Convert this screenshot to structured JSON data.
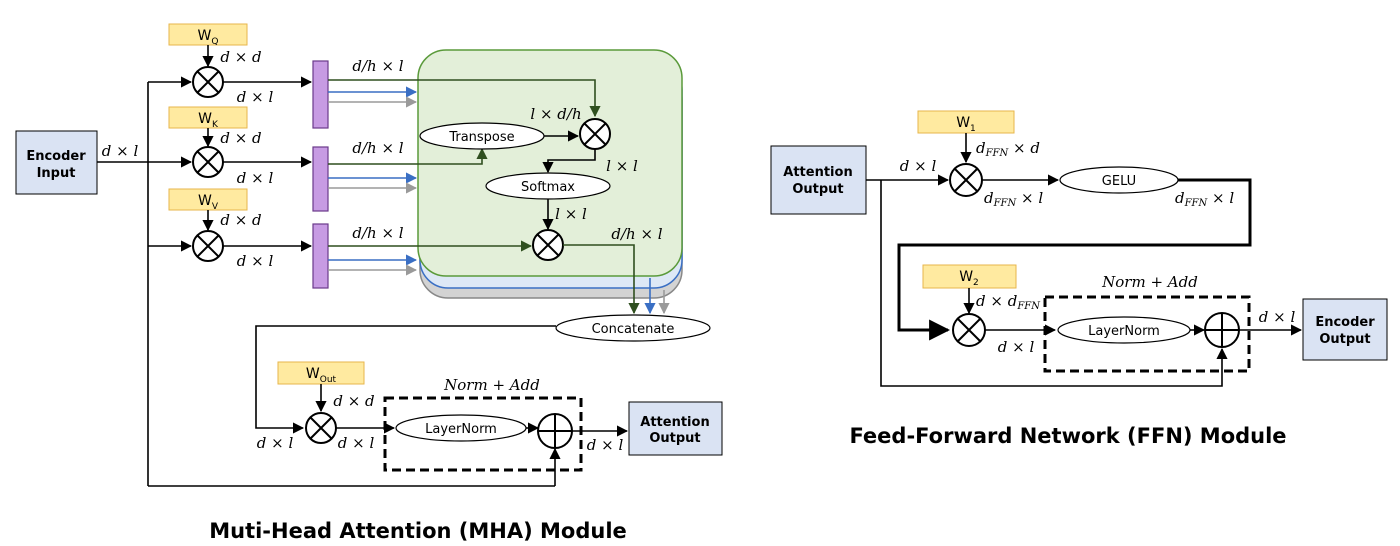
{
  "mha": {
    "title": "Muti-Head Attention (MHA) Module",
    "encoder_input": [
      "Encoder",
      "Input"
    ],
    "attention_output": [
      "Attention",
      "Output"
    ],
    "weights": {
      "q": "W",
      "q_sub": "Q",
      "k": "W",
      "k_sub": "K",
      "v": "W",
      "v_sub": "V",
      "out": "W",
      "out_sub": "Out"
    },
    "ops": {
      "transpose": "Transpose",
      "softmax": "Softmax",
      "concatenate": "Concatenate",
      "layernorm": "LayerNorm",
      "norm_add": "Norm + Add"
    },
    "dims": {
      "input": "d × l",
      "wq": "d × d",
      "q_out": "d × l",
      "wk": "d × d",
      "k_out": "d × l",
      "wv": "d × d",
      "v_out": "d × l",
      "q_head": "d/h × l",
      "k_head": "d/h × l",
      "v_head": "d/h × l",
      "transpose_out": "l × d/h",
      "score": "l × l",
      "softmax_out": "l × l",
      "head_out": "d/h × l",
      "concat_out": "d × l",
      "wout": "d × d",
      "proj_out": "d × l",
      "result": "d × l"
    }
  },
  "ffn": {
    "title": "Feed-Forward Network (FFN) Module",
    "attention_output": [
      "Attention",
      "Output"
    ],
    "encoder_output": [
      "Encoder",
      "Output"
    ],
    "weights": {
      "w1": "W",
      "w1_sub": "1",
      "w2": "W",
      "w2_sub": "2"
    },
    "ops": {
      "gelu": "GELU",
      "layernorm": "LayerNorm",
      "norm_add": "Norm + Add"
    },
    "dims": {
      "input": "d × l",
      "w1_d": "d",
      "w1_sub": "FFN",
      "w1_rest": " × d",
      "mul1_d": "d",
      "mul1_sub": "FFN",
      "mul1_rest": " × l",
      "gelu_d": "d",
      "gelu_sub": "FFN",
      "gelu_rest": " × l",
      "w2_pre": "d × d",
      "w2_sub": "FFN",
      "mul2_out": "d × l",
      "result": "d × l"
    }
  }
}
